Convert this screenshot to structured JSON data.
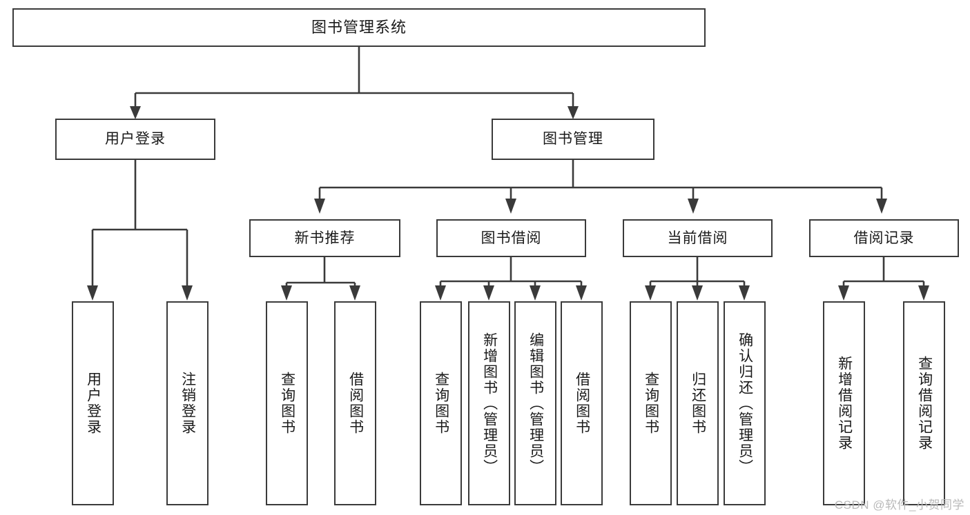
{
  "diagram": {
    "title": "图书管理系统",
    "watermark": "CSDN @软件_小贺同学",
    "root": {
      "label": "图书管理系统"
    },
    "level2": [
      {
        "label": "用户登录"
      },
      {
        "label": "图书管理"
      }
    ],
    "level3": [
      {
        "label": "新书推荐"
      },
      {
        "label": "图书借阅"
      },
      {
        "label": "当前借阅"
      },
      {
        "label": "借阅记录"
      }
    ],
    "leaves": {
      "user_login": [
        {
          "label": "用户登录"
        },
        {
          "label": "注销登录"
        }
      ],
      "new_book_recommend": [
        {
          "label": "查询图书"
        },
        {
          "label": "借阅图书"
        }
      ],
      "book_borrow": [
        {
          "label": "查询图书"
        },
        {
          "label": "新增图书（管理员）"
        },
        {
          "label": "编辑图书（管理员）"
        },
        {
          "label": "借阅图书"
        }
      ],
      "current_borrow": [
        {
          "label": "查询图书"
        },
        {
          "label": "归还图书"
        },
        {
          "label": "确认归还（管理员）"
        }
      ],
      "borrow_record": [
        {
          "label": "新增借阅记录"
        },
        {
          "label": "查询借阅记录"
        }
      ]
    },
    "colors": {
      "stroke": "#3a3a3a",
      "background": "#ffffff",
      "text": "#1a1a1a",
      "watermark": "#b9b9b9"
    }
  }
}
